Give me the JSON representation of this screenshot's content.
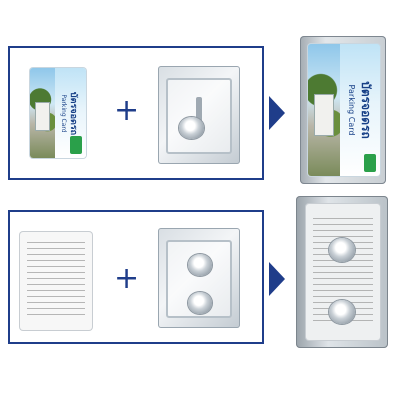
{
  "steps": [
    {
      "card": {
        "title": "บัตรจอดรถ",
        "subtitle": "Parking Card"
      },
      "operator": "+"
    },
    {
      "card": {
        "title": "",
        "subtitle": ""
      },
      "operator": "+"
    }
  ],
  "results": [
    {
      "card": {
        "title": "บัตรจอดรถ",
        "subtitle": "Parking Card"
      }
    },
    {
      "card": {
        "title": "",
        "subtitle": ""
      }
    }
  ],
  "colors": {
    "frame": "#1f3d8a",
    "arrow": "#1f3d8a",
    "card_text": "#163f86"
  },
  "icons": {
    "arrow": "arrow-right-icon",
    "plus": "plus-icon"
  }
}
